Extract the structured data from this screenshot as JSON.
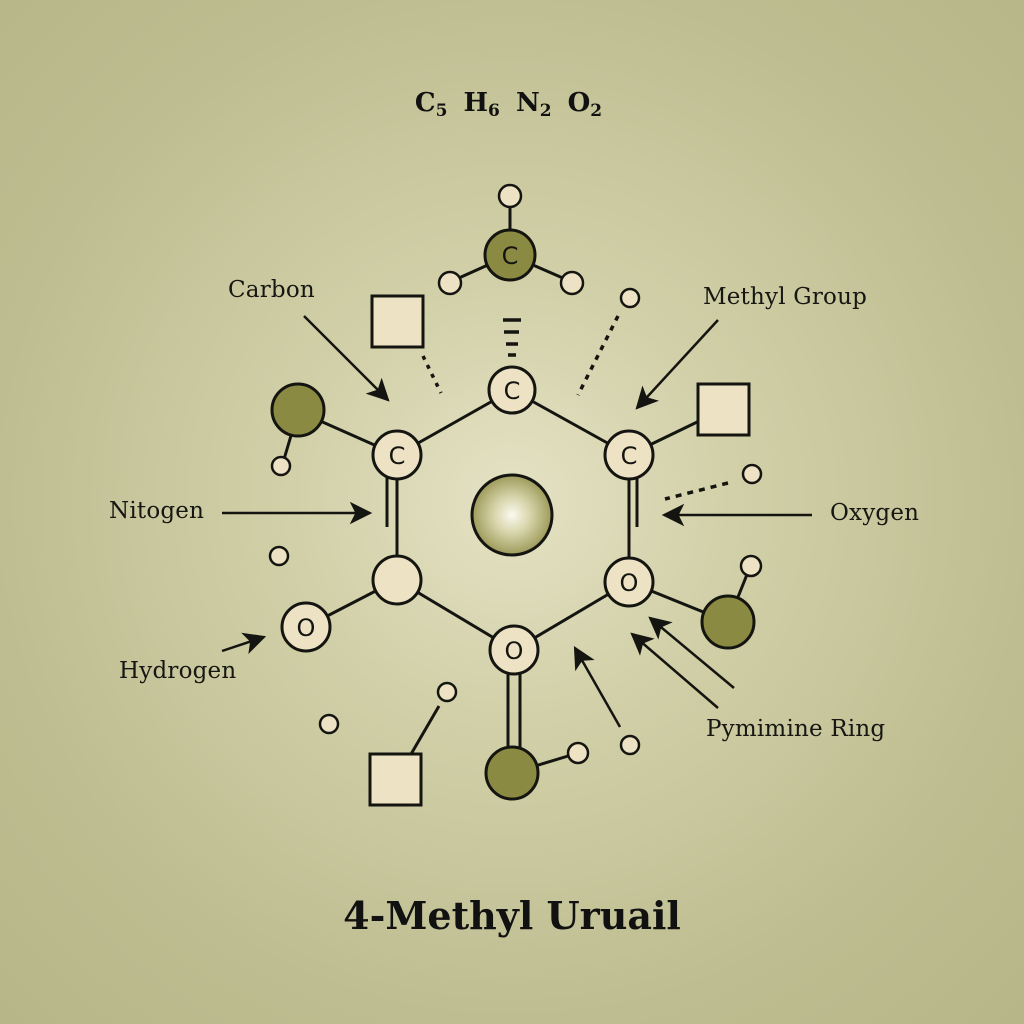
{
  "formula": {
    "parts": [
      {
        "element": "C",
        "count": "5"
      },
      {
        "element": "H",
        "count": "6"
      },
      {
        "element": "N",
        "count": "2"
      },
      {
        "element": "O",
        "count": "2"
      }
    ]
  },
  "title": "4-Methyl Uruail",
  "labels": {
    "carbon": "Carbon",
    "methyl_group": "Methyl Group",
    "nitrogen": "Nitogen",
    "oxygen": "Oxygen",
    "hydrogen": "Hydrogen",
    "pyrimidine_ring": "Pymimine Ring"
  },
  "atoms": {
    "ring_top": "C",
    "ring_upper_left": "C",
    "ring_upper_right": "C",
    "ring_lower_left": "",
    "ring_lower_right": "O",
    "ring_bottom": "O",
    "left_substituent": "O",
    "methyl_carbon": "C"
  },
  "colors": {
    "background": "#c8c69c",
    "atom_light": "#ede3c4",
    "atom_dark": "#8a8a42",
    "stroke": "#141410"
  }
}
